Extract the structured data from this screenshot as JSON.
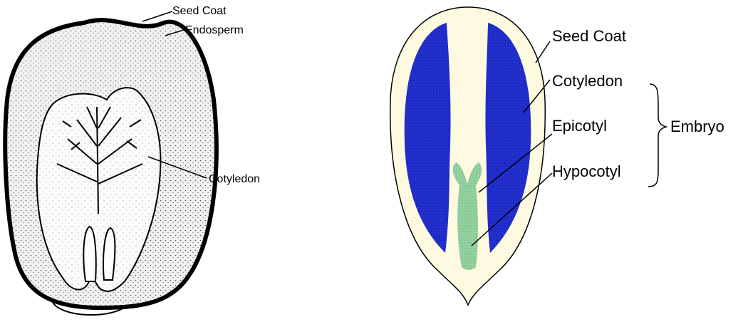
{
  "left_diagram": {
    "labels": {
      "seed_coat": "Seed Coat",
      "endosperm": "Endosperm",
      "cotyledon": "Cotyledon"
    },
    "colors": {
      "outline": "#000000",
      "endosperm_fill": "#e4e4e4"
    }
  },
  "right_diagram": {
    "labels": {
      "seed_coat": "Seed Coat",
      "cotyledon": "Cotyledon",
      "epicotyl": "Epicotyl",
      "hypocotyl": "Hypocotyl",
      "embryo": "Embryo"
    },
    "colors": {
      "seed_coat": "#fffbe0",
      "cotyledon": "#1f29c8",
      "embryo_axis": "#8fce9d",
      "outline": "#000000"
    }
  }
}
